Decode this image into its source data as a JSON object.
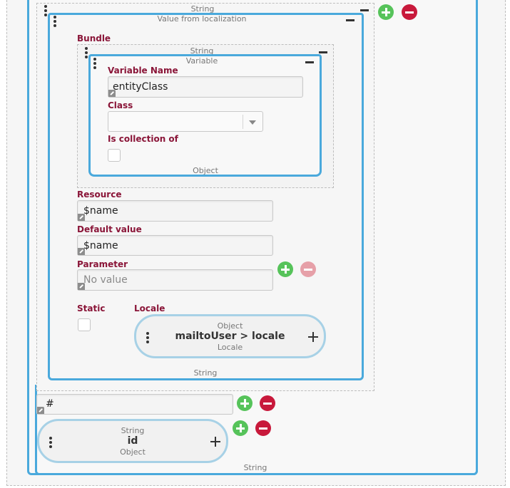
{
  "outer_string_block": {
    "title": "String",
    "footer": "String"
  },
  "localization_block": {
    "title": "Value from localization",
    "footer": "String"
  },
  "bundle": {
    "label": "Bundle",
    "string_block_title": "String",
    "variable_block": {
      "title": "Variable",
      "footer": "Object",
      "variable_name_label": "Variable Name",
      "variable_name_value": "entityClass",
      "class_label": "Class",
      "class_value": "",
      "is_collection_label": "Is collection of"
    }
  },
  "resource": {
    "label": "Resource",
    "value": "$name"
  },
  "default_value": {
    "label": "Default value",
    "value": "$name"
  },
  "parameter": {
    "label": "Parameter",
    "placeholder": "No value"
  },
  "static": {
    "label": "Static"
  },
  "locale": {
    "label": "Locale",
    "pill_top": "Object",
    "pill_main": "mailtoUser > locale",
    "pill_bottom": "Locale"
  },
  "hash_field": {
    "value": "#"
  },
  "id_pill": {
    "top": "String",
    "main": "id",
    "bottom": "Object"
  },
  "colors": {
    "accent_blue": "#4aa9dc",
    "label_red": "#8a1538",
    "add_green": "#56c35a",
    "remove_red": "#c8193b"
  }
}
